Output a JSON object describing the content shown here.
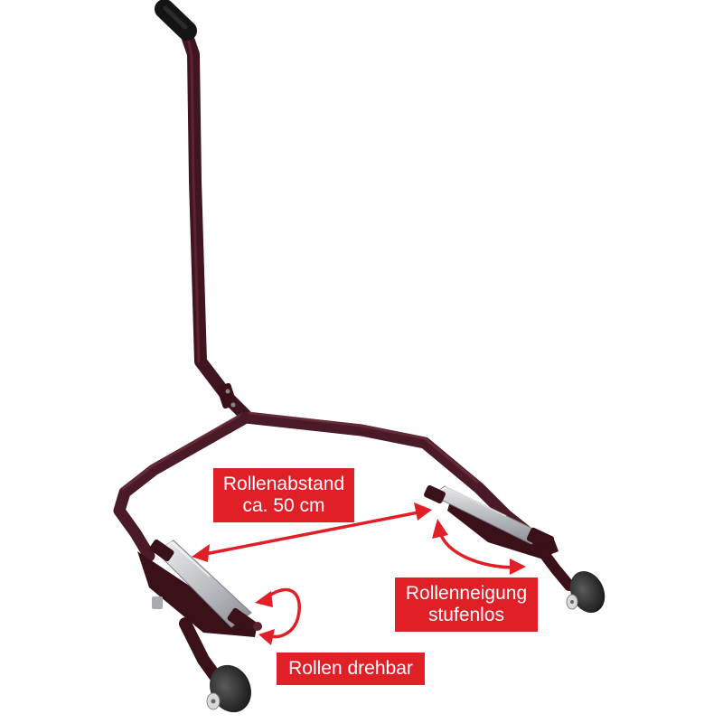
{
  "colors": {
    "frame": "#4a1a26",
    "frame_highlight": "#7a3444",
    "accent_red": "#e01f26",
    "roller": "#c7c9cc",
    "tire": "#2a2a2a",
    "grip": "#1b1b1b"
  },
  "annotations": {
    "roller_spacing": {
      "line1": "Rollenabstand",
      "line2": "ca. 50 cm"
    },
    "roller_tilt": {
      "line1": "Rollenneigung",
      "line2": "stufenlos"
    },
    "roller_rotation": {
      "line1": "Rollen drehbar"
    }
  }
}
